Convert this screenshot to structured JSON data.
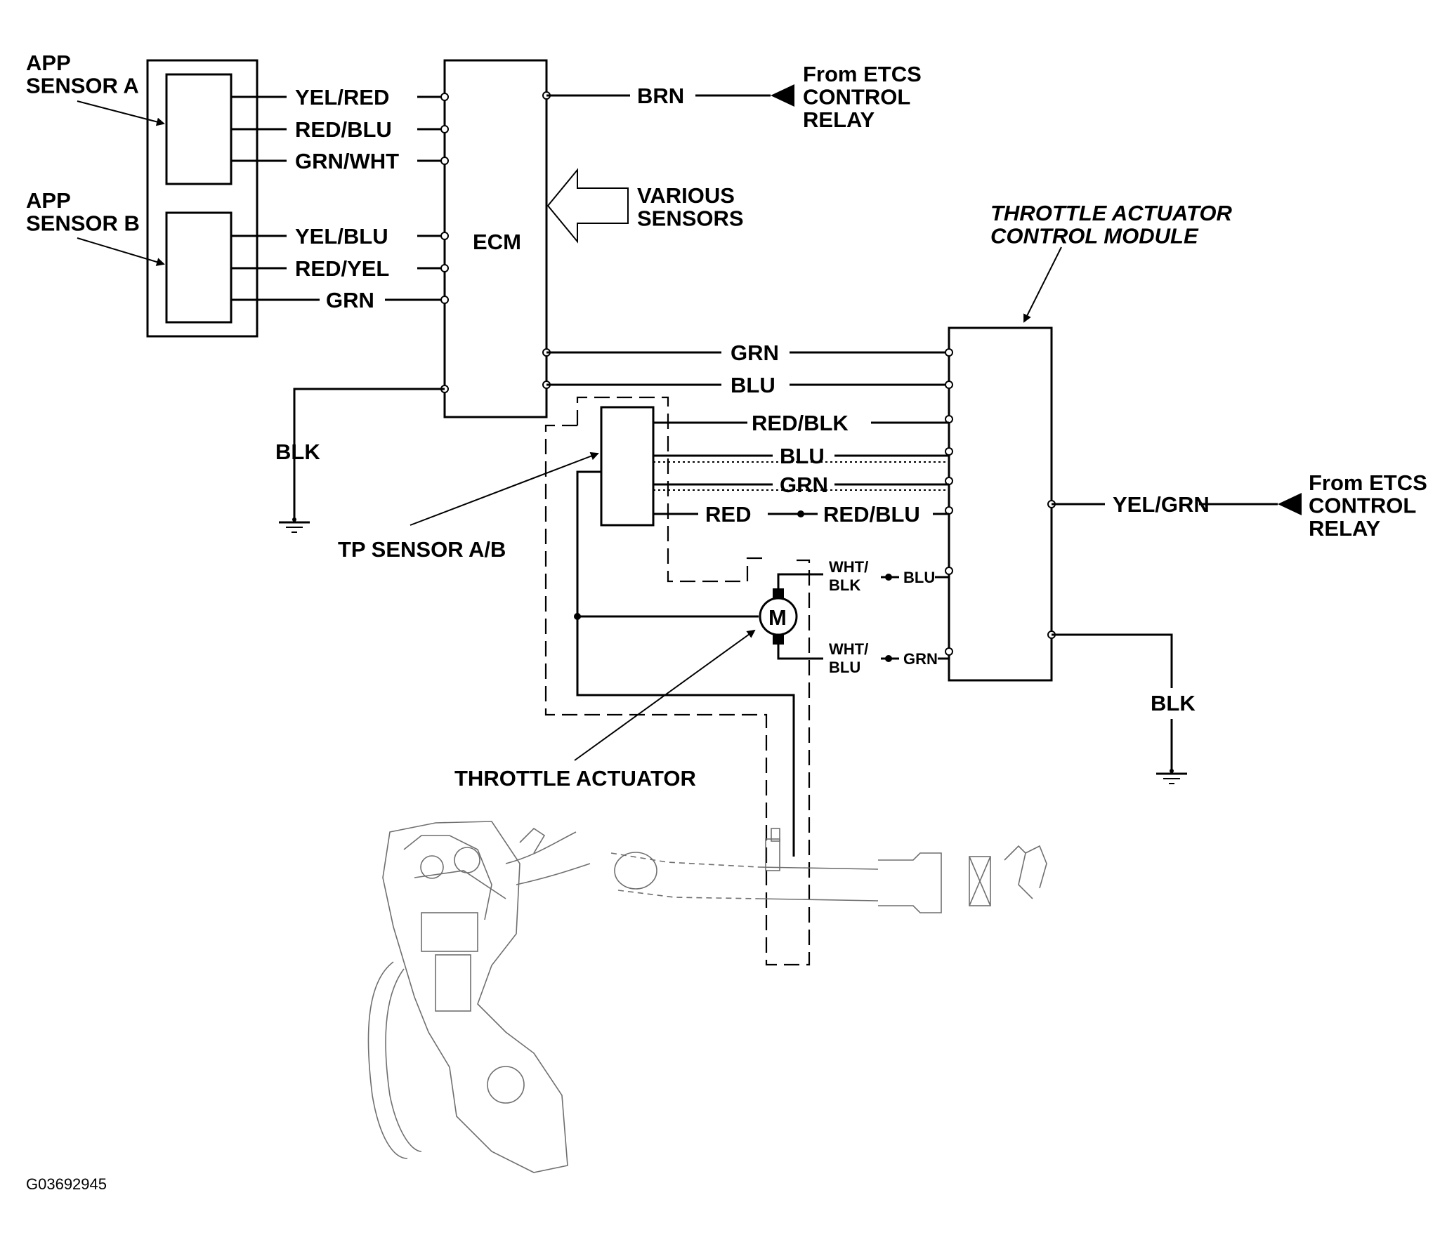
{
  "components": {
    "app_sensor_a": "APP\nSENSOR A",
    "app_sensor_b": "APP\nSENSOR B",
    "ecm": "ECM",
    "various_sensors": "VARIOUS\nSENSORS",
    "etcs_relay_top": "From ETCS\nCONTROL\nRELAY",
    "tacm": "THROTTLE ACTUATOR\nCONTROL MODULE",
    "etcs_relay_right": "From ETCS\nCONTROL\nRELAY",
    "tp_sensor": "TP SENSOR A/B",
    "throttle_actuator": "THROTTLE ACTUATOR",
    "motor": "M"
  },
  "wires": {
    "app_a_1": "YEL/RED",
    "app_a_2": "RED/BLU",
    "app_a_3": "GRN/WHT",
    "app_b_1": "YEL/BLU",
    "app_b_2": "RED/YEL",
    "app_b_3": "GRN",
    "ecm_power": "BRN",
    "ecm_ground": "BLK",
    "ecm_tacm_1": "GRN",
    "ecm_tacm_2": "BLU",
    "tp_1": "RED/BLK",
    "tp_2": "BLU",
    "tp_3": "GRN",
    "tp_4a": "RED",
    "tp_4b": "RED/BLU",
    "motor_a_1": "WHT/",
    "motor_a_2": "BLK",
    "motor_a_3": "BLU",
    "motor_b_1": "WHT/",
    "motor_b_2": "BLU",
    "motor_b_3": "GRN",
    "tacm_power": "YEL/GRN",
    "tacm_ground": "BLK"
  },
  "figure_id": "G03692945"
}
